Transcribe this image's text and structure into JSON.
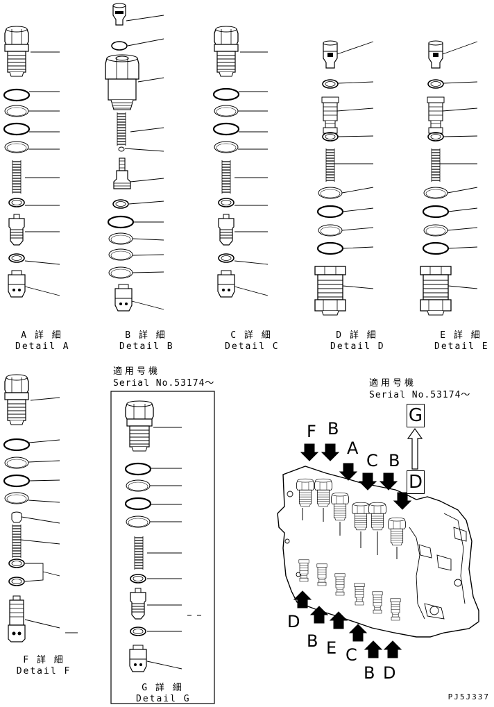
{
  "details": [
    {
      "id": "A",
      "jp": "A 詳 細",
      "en": "Detail A"
    },
    {
      "id": "B",
      "jp": "B 詳 細",
      "en": "Detail B"
    },
    {
      "id": "C",
      "jp": "C 詳 細",
      "en": "Detail C"
    },
    {
      "id": "D",
      "jp": "D 詳 細",
      "en": "Detail D"
    },
    {
      "id": "E",
      "jp": "E 詳 細",
      "en": "Detail E"
    },
    {
      "id": "F",
      "jp": "F 詳 細",
      "en": "Detail F"
    },
    {
      "id": "G",
      "jp": "G 詳 細",
      "en": "Detail G"
    }
  ],
  "serial_notes": [
    {
      "jp": "適用号機",
      "en": "Serial No.53174～"
    },
    {
      "jp": "適用号機",
      "en": "Serial No.53174～"
    }
  ],
  "view_labels": {
    "top": [
      "F",
      "B",
      "A",
      "C",
      "B"
    ],
    "bottom": [
      "D",
      "B",
      "E",
      "C",
      "B",
      "D"
    ],
    "boxes": [
      "G",
      "D"
    ]
  },
  "drawing_ref": "PJ5J337"
}
